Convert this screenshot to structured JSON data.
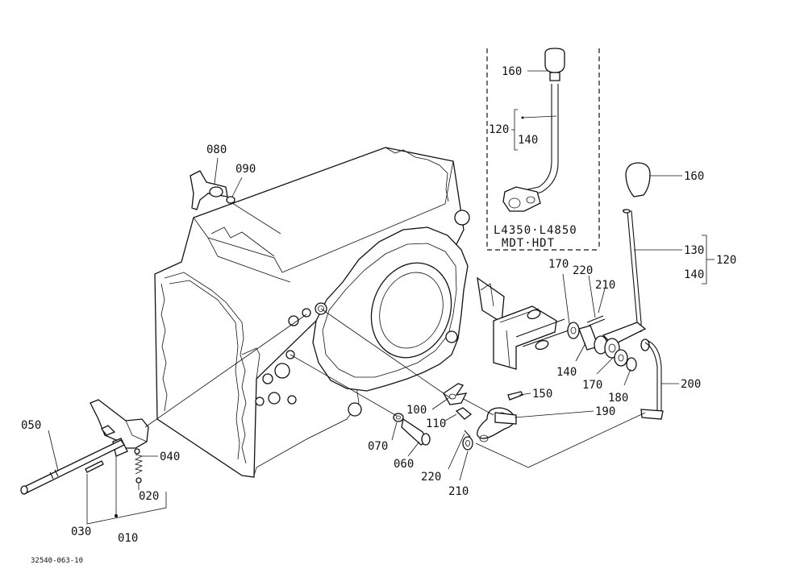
{
  "figure_code": "32540-063-10",
  "variant_note": {
    "line1": "L4350·L4850",
    "line2": "MDT·HDT"
  },
  "callouts": {
    "c010": "010",
    "c020": "020",
    "c030": "030",
    "c040": "040",
    "c050": "050",
    "c060": "060",
    "c070": "070",
    "c080": "080",
    "c090": "090",
    "c100": "100",
    "c110": "110",
    "c120_inset": "120",
    "c120_main": "120",
    "c130": "130",
    "c140_inset": "140",
    "c140_main": "140",
    "c140_lower": "140",
    "c150": "150",
    "c160_inset": "160",
    "c160_main": "160",
    "c170_a": "170",
    "c170_b": "170",
    "c180": "180",
    "c190": "190",
    "c200": "200",
    "c210_a": "210",
    "c210_b": "210",
    "c220_a": "220",
    "c220_b": "220"
  }
}
